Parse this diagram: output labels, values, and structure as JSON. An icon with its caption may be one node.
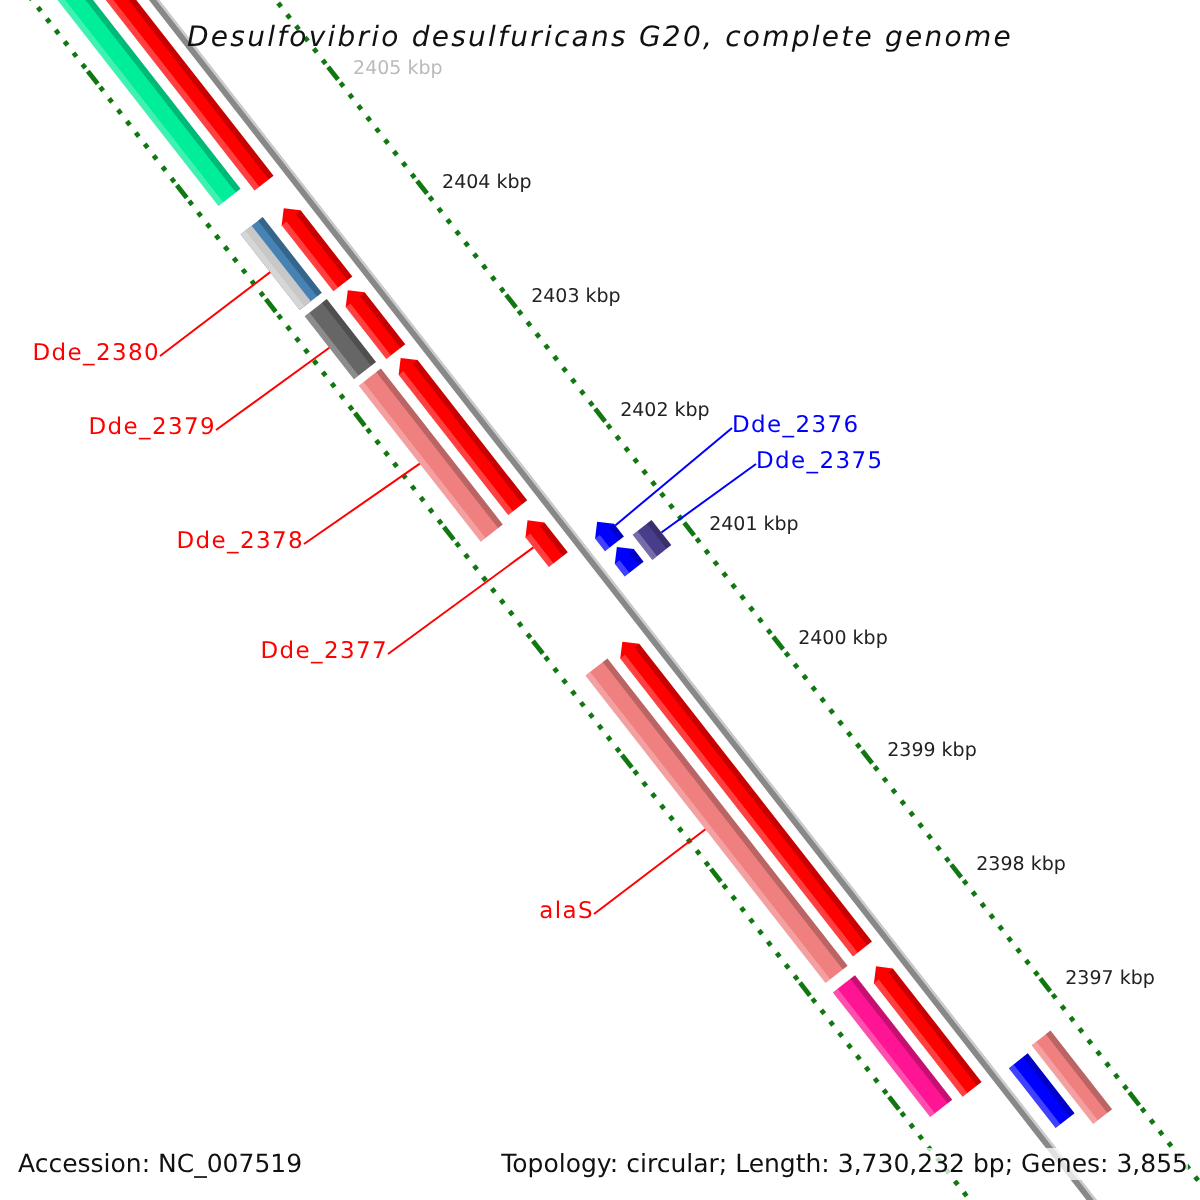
{
  "diagram": {
    "title": "Desulfovibrio desulfuricans G20, complete genome",
    "nodes": [
      {
        "text": [
          "Dde_2380"
        ]
      },
      {
        "text": [],
        "shape": "bar"
      },
      {
        "text": [
          "Dde_2379"
        ]
      },
      {
        "text": [],
        "shape": "bar"
      },
      {
        "text": [
          "Dde_2378"
        ]
      },
      {
        "text": [],
        "shape": "bar"
      },
      {
        "text": [
          "Dde_2377"
        ]
      },
      {
        "text": [],
        "shape": "arrow"
      },
      {
        "text": [
          "Dde_2376"
        ]
      },
      {
        "text": [],
        "shape": "arrow"
      },
      {
        "text": [
          "Dde_2375"
        ]
      },
      {
        "text": [],
        "shape": "box"
      },
      {
        "text": [
          "alaS"
        ]
      },
      {
        "text": [],
        "shape": "bar"
      },
      {
        "text": [],
        "shape": "bar"
      },
      {
        "text": [],
        "shape": "arrow"
      },
      {
        "text": [],
        "shape": "arrow"
      },
      {
        "text": [],
        "shape": "arrow"
      },
      {
        "text": [],
        "shape": "arrow"
      },
      {
        "text": [],
        "shape": "arrow"
      },
      {
        "text": [],
        "shape": "arrow"
      },
      {
        "text": [],
        "shape": "bar"
      },
      {
        "text": [],
        "shape": "arrow"
      },
      {
        "text": [],
        "shape": "bar"
      },
      {
        "text": [],
        "shape": "bar"
      }
    ],
    "edges": [
      {
        "from": 0,
        "to": 1,
        "arrow": "none"
      },
      {
        "from": 2,
        "to": 3,
        "arrow": "none"
      },
      {
        "from": 4,
        "to": 5,
        "arrow": "none"
      },
      {
        "from": 6,
        "to": 7,
        "arrow": "none"
      },
      {
        "from": 8,
        "to": 9,
        "arrow": "none",
        "color": "#0000ff"
      },
      {
        "from": 10,
        "to": 11,
        "arrow": "none",
        "color": "#0000ff"
      },
      {
        "from": 12,
        "to": 13,
        "arrow": "none"
      }
    ],
    "labels": [
      "2405 kbp",
      "2404 kbp",
      "2403 kbp",
      "2402 kbp",
      "2401 kbp",
      "2400 kbp",
      "2399 kbp",
      "2398 kbp",
      "2397 kbp",
      "Accession: NC_007519",
      "Topology: circular; Length: 3,730,232 bp; Genes: 3,855"
    ]
  }
}
